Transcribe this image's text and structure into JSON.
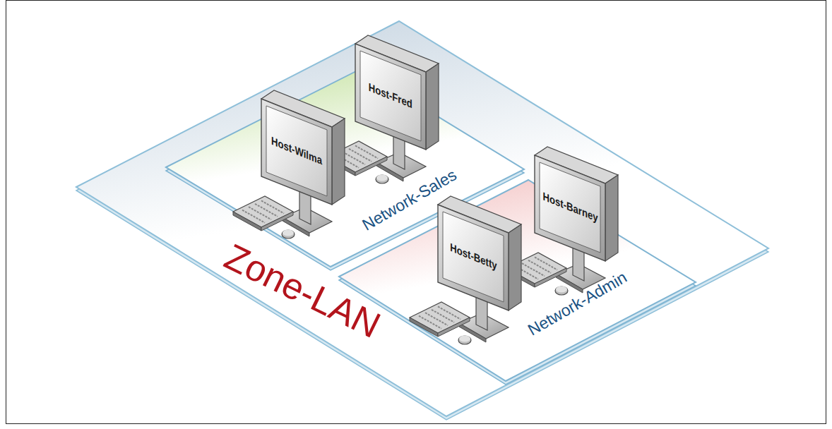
{
  "diagram": {
    "nodes": [
      {
        "text": [
          "Zone-LAN"
        ]
      },
      {
        "text": [
          "Network-Sales"
        ],
        "in": 0
      },
      {
        "text": [
          "Host-Fred"
        ],
        "in": 1
      },
      {
        "text": [
          "Host-Wilma"
        ],
        "in": 1
      },
      {
        "text": [
          "Network-Admin"
        ],
        "in": 0
      },
      {
        "text": [
          "Host-Barney"
        ],
        "in": 4
      },
      {
        "text": [
          "Host-Betty"
        ],
        "in": 4
      }
    ]
  }
}
